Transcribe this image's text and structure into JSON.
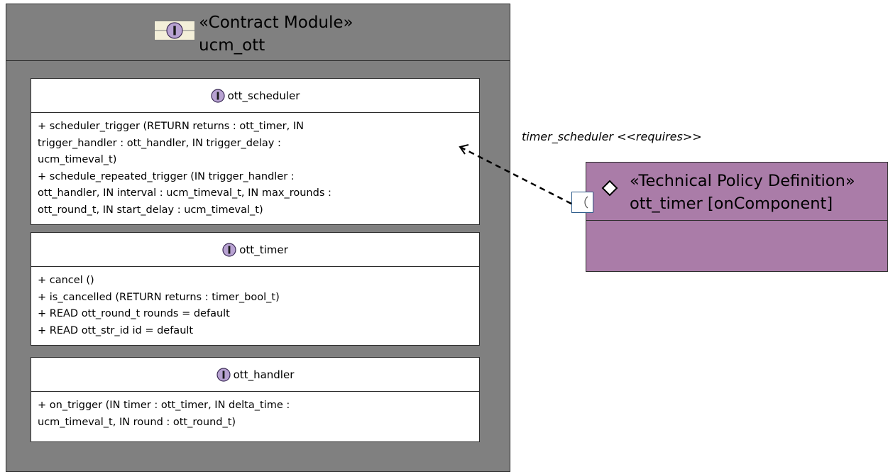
{
  "module": {
    "stereotype": "«Contract Module»",
    "name": "ucm_ott",
    "icon": "module-icon"
  },
  "interfaces": [
    {
      "name": "ott_scheduler",
      "icon": "interface-icon",
      "operations": [
        "+ scheduler_trigger (RETURN returns : ott_timer, IN",
        "trigger_handler : ott_handler, IN trigger_delay :",
        "ucm_timeval_t)",
        "+ schedule_repeated_trigger (IN trigger_handler :",
        "ott_handler, IN interval : ucm_timeval_t, IN max_rounds :",
        "ott_round_t, IN start_delay : ucm_timeval_t)"
      ]
    },
    {
      "name": "ott_timer",
      "icon": "interface-icon",
      "operations": [
        "+ cancel ()",
        "+ is_cancelled (RETURN returns : timer_bool_t)",
        "+ READ ott_round_t rounds = default",
        "+ READ ott_str_id id = default"
      ]
    },
    {
      "name": "ott_handler",
      "icon": "interface-icon",
      "operations": [
        "+ on_trigger (IN timer : ott_timer, IN delta_time :",
        "ucm_timeval_t, IN round : ott_round_t)"
      ]
    }
  ],
  "policy": {
    "stereotype": "«Technical Policy Definition»",
    "name": "ott_timer [onComponent]",
    "icon": "diamond-icon",
    "port_icon": "port-icon"
  },
  "connector": {
    "label_name": "timer_scheduler",
    "label_stereotype": "<<requires>>"
  },
  "colors": {
    "module_fill": "#808080",
    "policy_fill": "#aa7ca8",
    "interface_fill": "#ffffff"
  }
}
